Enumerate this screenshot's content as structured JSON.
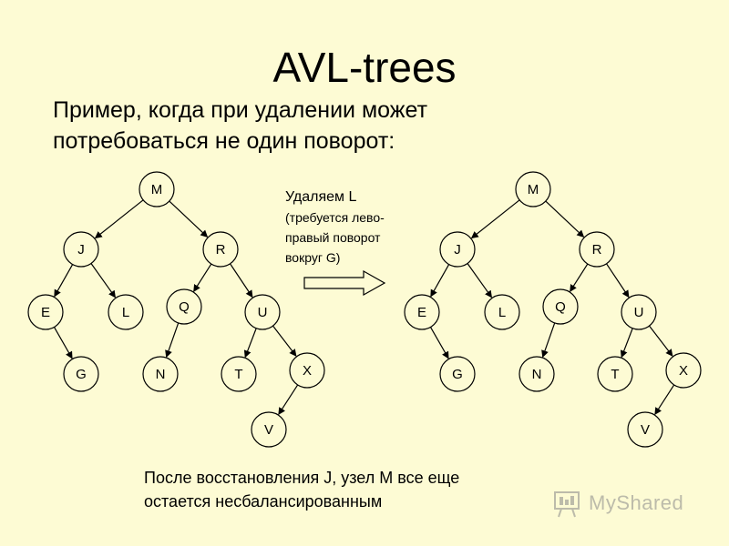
{
  "title": "AVL-trees",
  "subtitle": {
    "line1": "Пример, когда при удалении может",
    "line2": "потребоваться не один поворот:"
  },
  "note": {
    "line1": "Удаляем L",
    "line2": "(требуется лево-",
    "line3": "правый поворот",
    "line4": "вокруг G)"
  },
  "footer": {
    "line1": "После восстановления J, узел M все еще",
    "line2": "остается несбалансированным"
  },
  "watermark": {
    "logo": "MyShared"
  },
  "trees": [
    {
      "nodes": [
        "M",
        "J",
        "R",
        "E",
        "L",
        "Q",
        "U",
        "G",
        "N",
        "T",
        "X",
        "V"
      ],
      "edges": [
        [
          "M",
          "J"
        ],
        [
          "M",
          "R"
        ],
        [
          "J",
          "E"
        ],
        [
          "J",
          "L"
        ],
        [
          "R",
          "Q"
        ],
        [
          "R",
          "U"
        ],
        [
          "E",
          "G"
        ],
        [
          "Q",
          "N"
        ],
        [
          "U",
          "T"
        ],
        [
          "U",
          "X"
        ],
        [
          "X",
          "V"
        ]
      ]
    },
    {
      "nodes": [
        "M",
        "J",
        "R",
        "E",
        "L",
        "Q",
        "U",
        "G",
        "N",
        "T",
        "X",
        "V"
      ],
      "edges": [
        [
          "M",
          "J"
        ],
        [
          "M",
          "R"
        ],
        [
          "J",
          "E"
        ],
        [
          "J",
          "L"
        ],
        [
          "R",
          "Q"
        ],
        [
          "R",
          "U"
        ],
        [
          "E",
          "G"
        ],
        [
          "Q",
          "N"
        ],
        [
          "U",
          "T"
        ],
        [
          "U",
          "X"
        ],
        [
          "X",
          "V"
        ]
      ]
    }
  ],
  "colors": {
    "background": "#fdfbd4",
    "node_fill": "#fdfbd4",
    "stroke": "#000000"
  }
}
